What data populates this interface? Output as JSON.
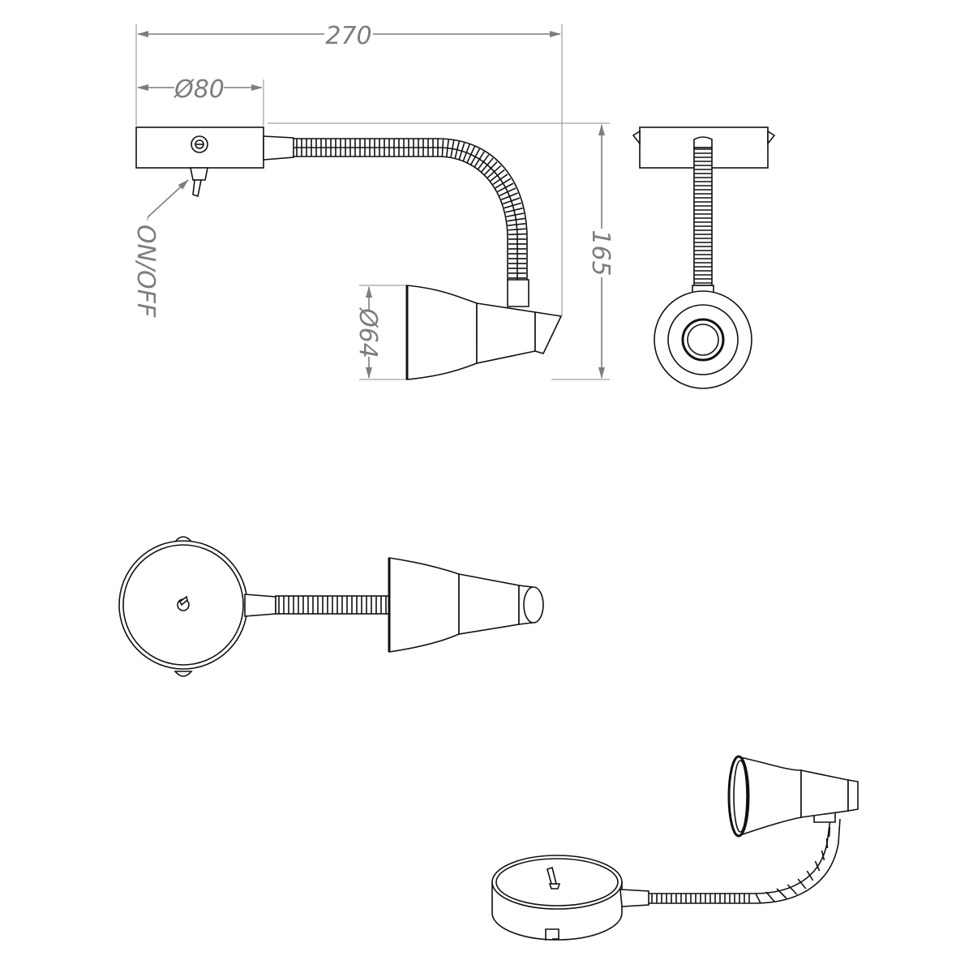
{
  "dimensions": {
    "overall_width": "270",
    "base_diameter": "Ø80",
    "height": "165",
    "shade_diameter": "Ø64"
  },
  "callouts": {
    "switch": "ON/OFF"
  },
  "colors": {
    "outline": "#111111",
    "dimension": "#7d7d7d"
  }
}
